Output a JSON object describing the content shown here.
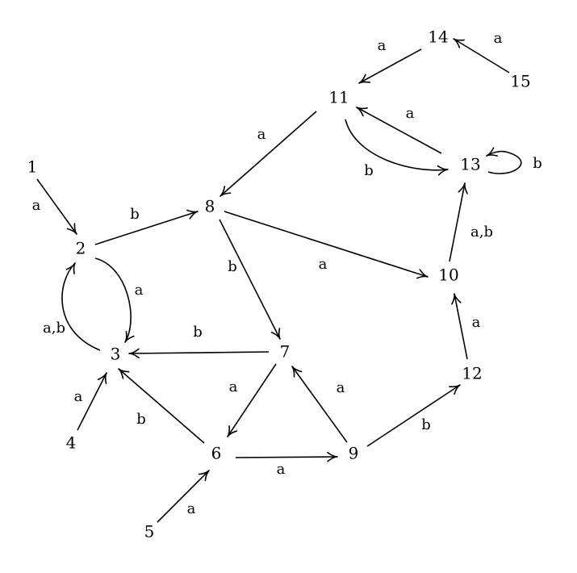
{
  "nodes": [
    {
      "id": "1",
      "label": "1"
    },
    {
      "id": "2",
      "label": "2"
    },
    {
      "id": "3",
      "label": "3"
    },
    {
      "id": "4",
      "label": "4"
    },
    {
      "id": "5",
      "label": "5"
    },
    {
      "id": "6",
      "label": "6"
    },
    {
      "id": "7",
      "label": "7"
    },
    {
      "id": "8",
      "label": "8"
    },
    {
      "id": "9",
      "label": "9"
    },
    {
      "id": "10",
      "label": "10"
    },
    {
      "id": "11",
      "label": "11"
    },
    {
      "id": "12",
      "label": "12"
    },
    {
      "id": "13",
      "label": "13"
    },
    {
      "id": "14",
      "label": "14"
    },
    {
      "id": "15",
      "label": "15"
    }
  ],
  "edges": [
    {
      "id": "e1-2",
      "from": "1",
      "to": "2",
      "label": "a"
    },
    {
      "id": "e2-8",
      "from": "2",
      "to": "8",
      "label": "b"
    },
    {
      "id": "e2-3",
      "from": "2",
      "to": "3",
      "label": "a"
    },
    {
      "id": "e3-2",
      "from": "3",
      "to": "2",
      "label": "a,b"
    },
    {
      "id": "e4-3",
      "from": "4",
      "to": "3",
      "label": "a"
    },
    {
      "id": "e6-3",
      "from": "6",
      "to": "3",
      "label": "b"
    },
    {
      "id": "e7-3",
      "from": "7",
      "to": "3",
      "label": "b"
    },
    {
      "id": "e7-6",
      "from": "7",
      "to": "6",
      "label": "a"
    },
    {
      "id": "e9-7",
      "from": "9",
      "to": "7",
      "label": "a"
    },
    {
      "id": "e6-9",
      "from": "6",
      "to": "9",
      "label": "a"
    },
    {
      "id": "e5-6",
      "from": "5",
      "to": "6",
      "label": "a"
    },
    {
      "id": "e8-7",
      "from": "8",
      "to": "7",
      "label": "b"
    },
    {
      "id": "e8-10",
      "from": "8",
      "to": "10",
      "label": "a"
    },
    {
      "id": "e11-8",
      "from": "11",
      "to": "8",
      "label": "a"
    },
    {
      "id": "e9-12",
      "from": "9",
      "to": "12",
      "label": "b"
    },
    {
      "id": "e12-10",
      "from": "12",
      "to": "10",
      "label": "a"
    },
    {
      "id": "e10-13",
      "from": "10",
      "to": "13",
      "label": "a,b"
    },
    {
      "id": "e13-11",
      "from": "13",
      "to": "11",
      "label": "a"
    },
    {
      "id": "e11-13",
      "from": "11",
      "to": "13",
      "label": "b"
    },
    {
      "id": "e13-13",
      "from": "13",
      "to": "13",
      "label": "b"
    },
    {
      "id": "e14-11",
      "from": "14",
      "to": "11",
      "label": "a"
    },
    {
      "id": "e15-14",
      "from": "15",
      "to": "14",
      "label": "a"
    }
  ]
}
